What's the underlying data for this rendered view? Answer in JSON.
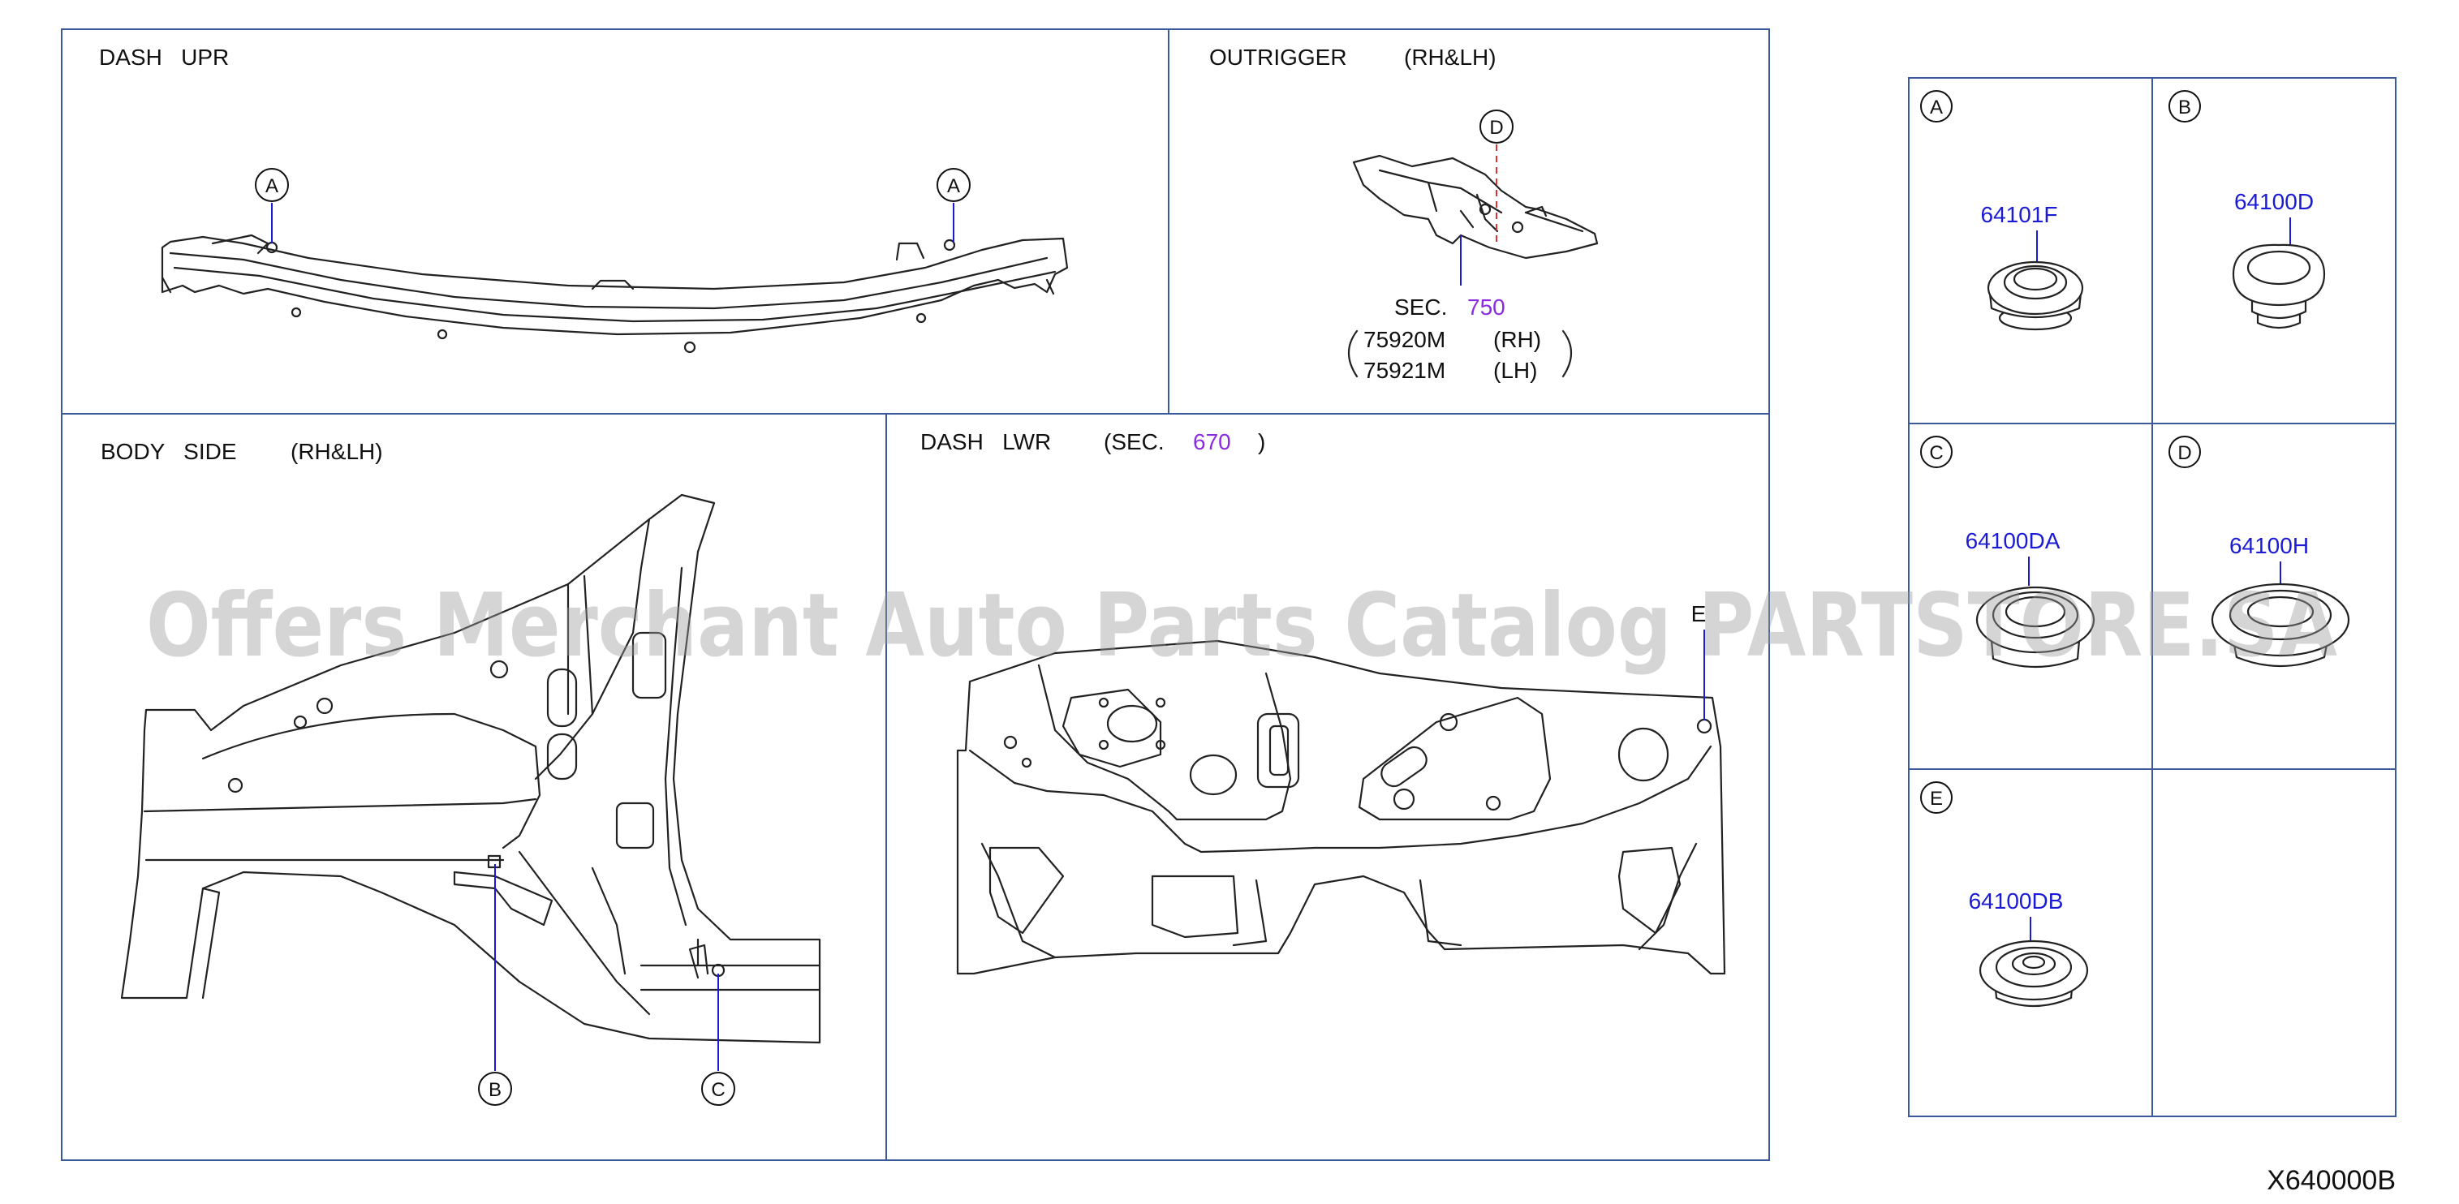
{
  "panels": {
    "dash_upr": {
      "title": "DASH   UPR",
      "callouts": [
        "A",
        "A"
      ]
    },
    "outrigger": {
      "title": "OUTRIGGER",
      "qualifier": "(RH&LH)",
      "callout": "D",
      "sec_label": "SEC.",
      "sec_number": "750",
      "parts": [
        {
          "number": "75920M",
          "side": "(RH)"
        },
        {
          "number": "75921M",
          "side": "(LH)"
        }
      ]
    },
    "body_side": {
      "title": "BODY   SIDE",
      "qualifier": "(RH&LH)",
      "callouts": [
        "B",
        "C"
      ]
    },
    "dash_lwr": {
      "title": "DASH   LWR",
      "sec_open": "(SEC.",
      "sec_number": "670",
      "sec_close": ")",
      "callout": "E"
    }
  },
  "legend": {
    "cells": [
      {
        "letter": "A",
        "part": "64101F"
      },
      {
        "letter": "B",
        "part": "64100D"
      },
      {
        "letter": "C",
        "part": "64100DA"
      },
      {
        "letter": "D",
        "part": "64100H"
      },
      {
        "letter": "E",
        "part": "64100DB"
      },
      {
        "letter": "",
        "part": ""
      }
    ]
  },
  "watermark": "Offers Merchant Auto Parts Catalog PARTSTORE.SA",
  "diagram_code": "X640000B",
  "colors": {
    "frame": "#3a5a9a",
    "part_number": "#1b1bd6",
    "section_ref": "#8a2be2",
    "leader": "#1b1bd6",
    "dashed_leader": "#e23030"
  }
}
